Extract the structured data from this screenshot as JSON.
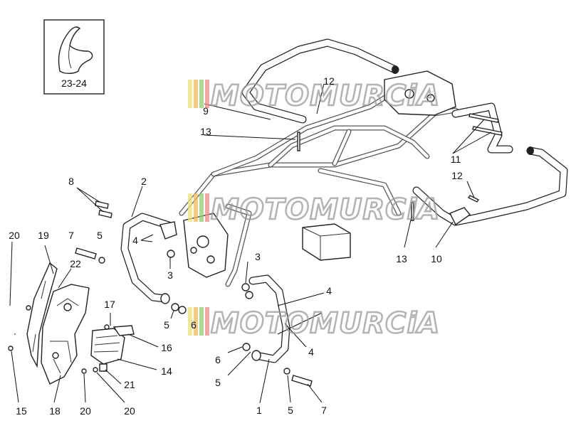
{
  "inset": {
    "label": "23-24"
  },
  "watermark": {
    "text": "MOTOMURCiA",
    "stripe_colors": [
      "#e8e27a",
      "#f0b95a",
      "#8fcf6f",
      "#f08a8a"
    ]
  },
  "callouts": [
    {
      "id": "c1",
      "text": "1"
    },
    {
      "id": "c2",
      "text": "2"
    },
    {
      "id": "c3a",
      "text": "3"
    },
    {
      "id": "c3b",
      "text": "3"
    },
    {
      "id": "c4a",
      "text": "4"
    },
    {
      "id": "c4b",
      "text": "4"
    },
    {
      "id": "c4c",
      "text": "4"
    },
    {
      "id": "c5a",
      "text": "5"
    },
    {
      "id": "c5b",
      "text": "5"
    },
    {
      "id": "c5c",
      "text": "5"
    },
    {
      "id": "c5d",
      "text": "5"
    },
    {
      "id": "c6a",
      "text": "6"
    },
    {
      "id": "c6b",
      "text": "6"
    },
    {
      "id": "c7a",
      "text": "7"
    },
    {
      "id": "c7b",
      "text": "7"
    },
    {
      "id": "c8",
      "text": "8"
    },
    {
      "id": "c9",
      "text": "9"
    },
    {
      "id": "c10",
      "text": "10"
    },
    {
      "id": "c11",
      "text": "11"
    },
    {
      "id": "c12a",
      "text": "12"
    },
    {
      "id": "c12b",
      "text": "12"
    },
    {
      "id": "c13a",
      "text": "13"
    },
    {
      "id": "c13b",
      "text": "13"
    },
    {
      "id": "c14",
      "text": "14"
    },
    {
      "id": "c15",
      "text": "15"
    },
    {
      "id": "c16",
      "text": "16"
    },
    {
      "id": "c17",
      "text": "17"
    },
    {
      "id": "c18",
      "text": "18"
    },
    {
      "id": "c19",
      "text": "19"
    },
    {
      "id": "c20a",
      "text": "20"
    },
    {
      "id": "c20b",
      "text": "20"
    },
    {
      "id": "c20c",
      "text": "20"
    },
    {
      "id": "c21",
      "text": "21"
    },
    {
      "id": "c22",
      "text": "22"
    }
  ]
}
